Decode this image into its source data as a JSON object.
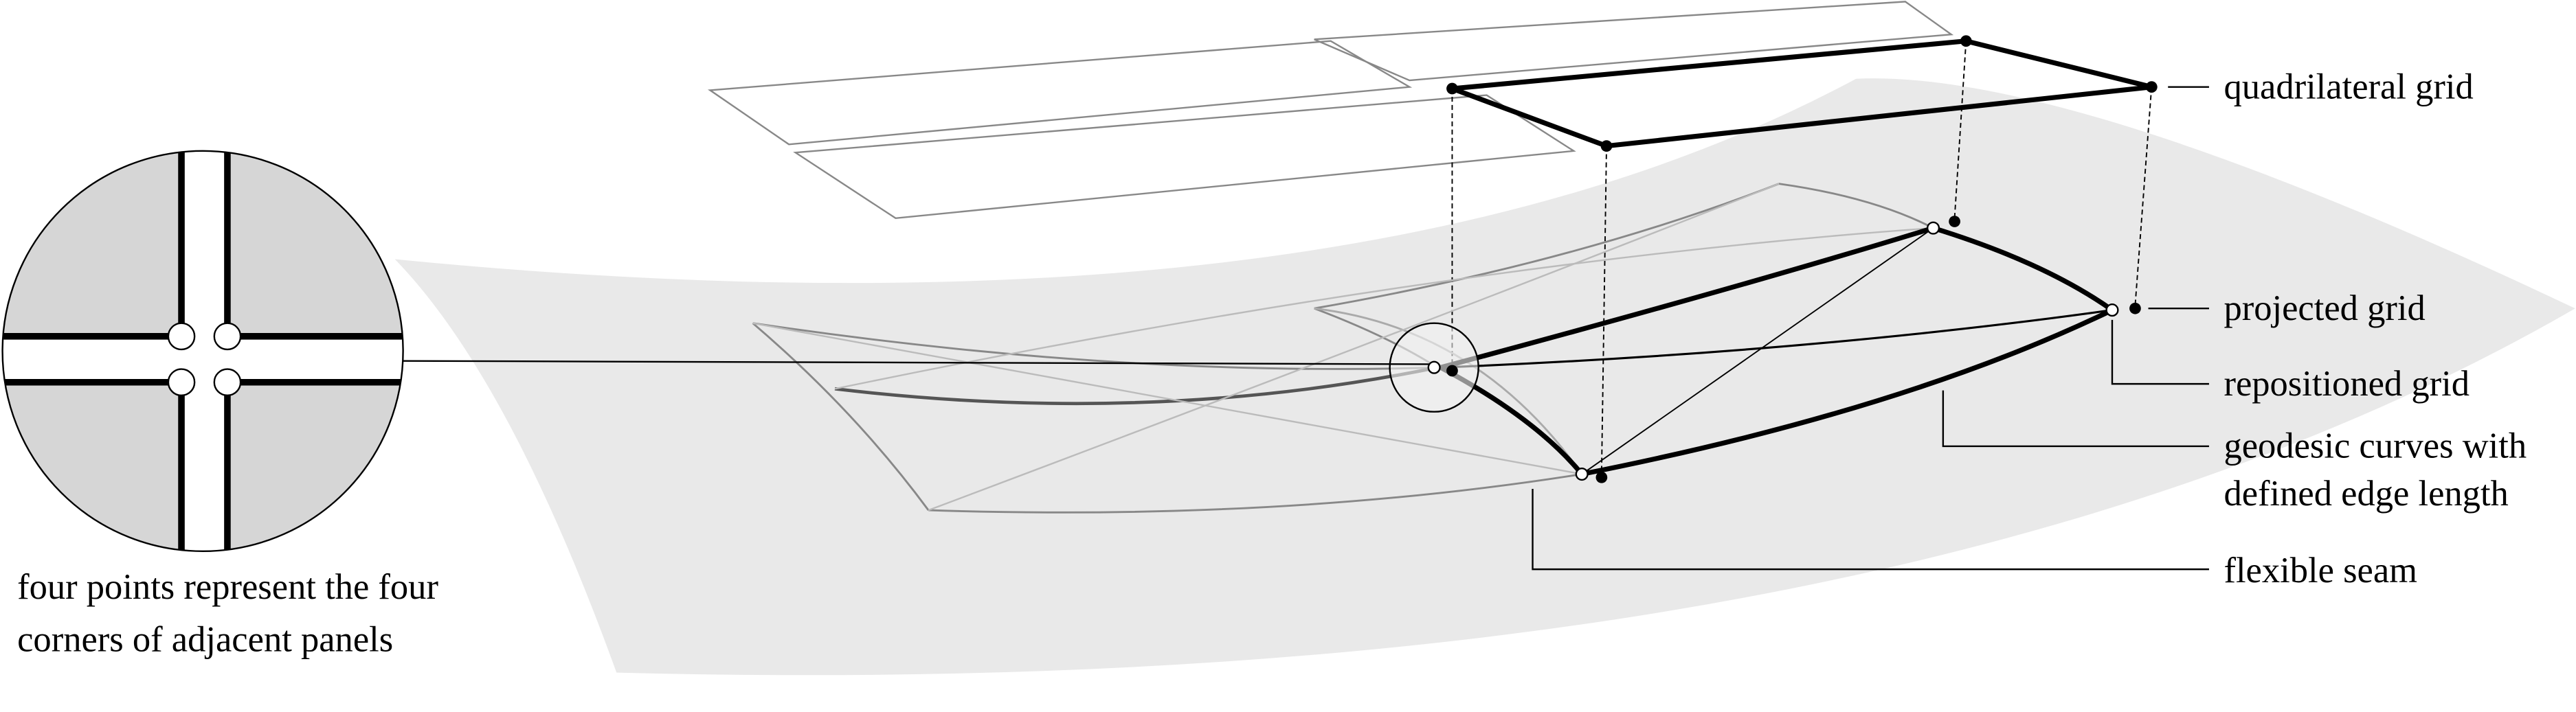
{
  "labels": {
    "quadrilateral_grid": "quadrilateral grid",
    "projected_grid": "projected grid",
    "repositioned_grid": "repositioned grid",
    "geodesic_line1": "geodesic curves with",
    "geodesic_line2": "defined edge length",
    "flexible_seam": "flexible seam",
    "inset_caption_line1": "four points represent the four",
    "inset_caption_line2": "corners of adjacent panels"
  },
  "colors": {
    "surface": "#e9e9e9",
    "inset_panel": "#d6d6d6",
    "grid_gray": "#888888",
    "ink": "#000000"
  }
}
